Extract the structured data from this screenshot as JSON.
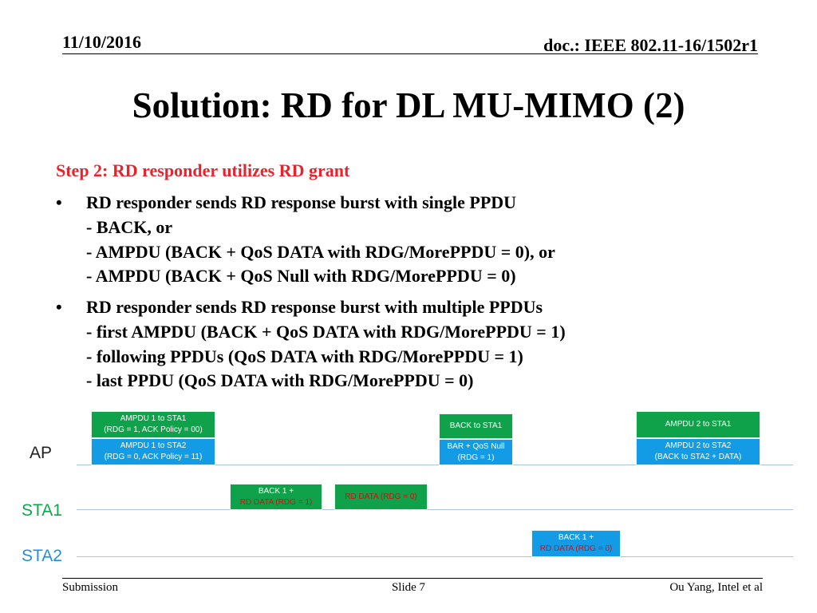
{
  "header": {
    "date": "11/10/2016",
    "doc": "doc.: IEEE 802.11-16/1502r1"
  },
  "title": "Solution: RD for DL MU-MIMO (2)",
  "step": "Step 2: RD responder utilizes RD grant",
  "bullets": [
    {
      "mark": "•",
      "text": "RD responder sends RD response burst with single PPDU\n- BACK, or\n- AMPDU (BACK + QoS DATA with RDG/MorePPDU = 0), or\n- AMPDU (BACK + QoS Null with RDG/MorePPDU = 0)"
    },
    {
      "mark": "•",
      "text": "RD responder sends RD response burst with multiple PPDUs\n- first AMPDU (BACK + QoS DATA with RDG/MorePPDU = 1)\n- following PPDUs (QoS DATA with RDG/MorePPDU = 1)\n- last PPDU (QoS DATA with RDG/MorePPDU = 0)"
    }
  ],
  "diagram": {
    "labels": {
      "ap": "AP",
      "sta1": "STA1",
      "sta2": "STA2"
    },
    "boxes": {
      "ap1_top": {
        "line1": "AMPDU 1 to STA1",
        "line2": "(RDG = 1, ACK Policy = 00)"
      },
      "ap1_bot": {
        "line1": "AMPDU 1 to STA2",
        "line2": "(RDG = 0, ACK Policy = 11)"
      },
      "ap2_top": {
        "line1": "BACK to STA1"
      },
      "ap2_bot": {
        "line1": "BAR + QoS Null",
        "line2": "(RDG = 1)"
      },
      "ap3_top": {
        "line1": "AMPDU 2 to STA1"
      },
      "ap3_bot": {
        "line1": "AMPDU 2 to STA2",
        "line2": "(BACK to STA2 + DATA)"
      },
      "sta1_a": {
        "line1": "BACK 1 +",
        "line2": "RD DATA (RDG = 1)"
      },
      "sta1_b": {
        "line1": "RD DATA (RDG = 0)"
      },
      "sta2_a": {
        "line1": "BACK 1 +",
        "line2": "RD DATA (RDG = 0)"
      }
    },
    "colors": {
      "green": "#0fa24a",
      "blue": "#149be6",
      "label_green": "#10a54a",
      "label_blue": "#1e90e0",
      "red": "#e8232a"
    }
  },
  "footer": {
    "left": "Submission",
    "center": "Slide 7",
    "right": "Ou Yang, Intel et al"
  }
}
